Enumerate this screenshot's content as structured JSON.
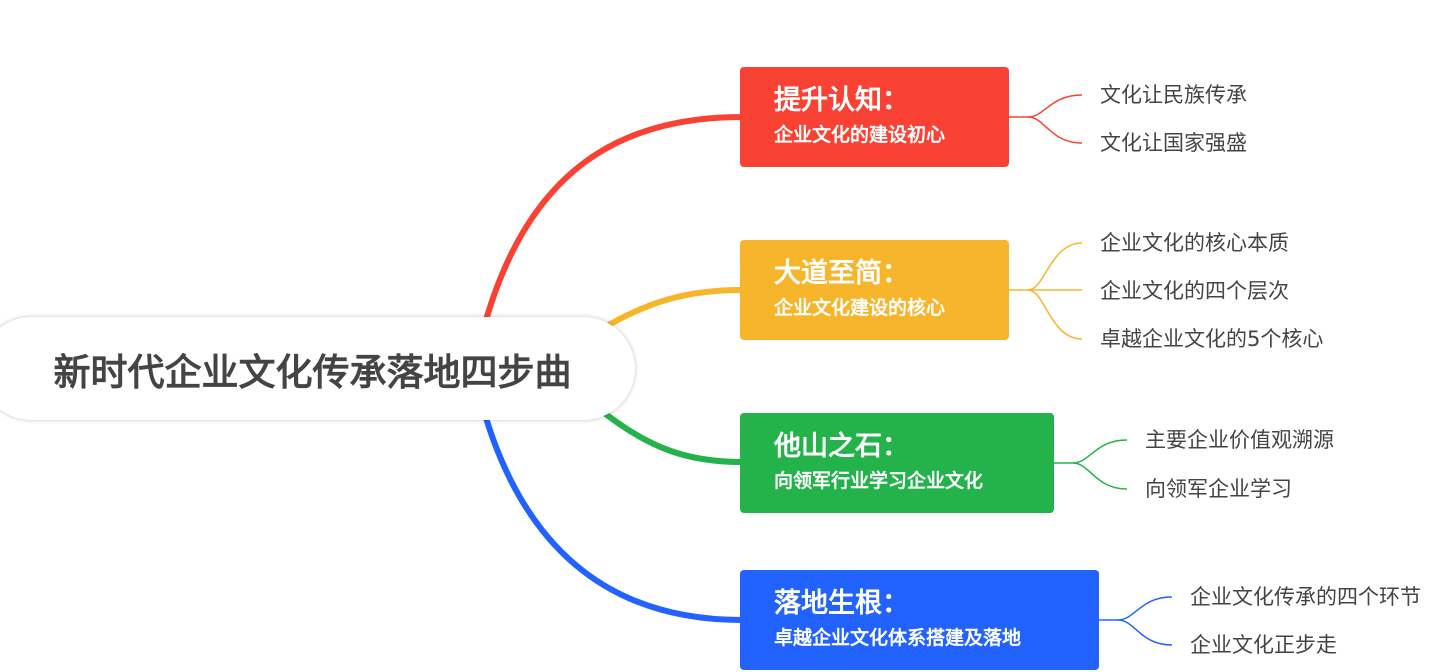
{
  "root": {
    "title": "新时代企业文化传承落地四步曲"
  },
  "branches": [
    {
      "title": "提升认知：",
      "subtitle": "企业文化的建设初心",
      "color": "#f94234",
      "leaves": [
        "文化让民族传承",
        "文化让国家强盛"
      ]
    },
    {
      "title": "大道至简：",
      "subtitle": "企业文化建设的核心",
      "color": "#f7b52b",
      "leaves": [
        "企业文化的核心本质",
        "企业文化的四个层次",
        "卓越企业文化的5个核心"
      ]
    },
    {
      "title": "他山之石：",
      "subtitle": "向领军行业学习企业文化",
      "color": "#24b24b",
      "leaves": [
        "主要企业价值观溯源",
        "向领军企业学习"
      ]
    },
    {
      "title": "落地生根：",
      "subtitle": "卓越企业文化体系搭建及落地",
      "color": "#2263ff",
      "leaves": [
        "企业文化传承的四个环节",
        "企业文化正步走"
      ]
    }
  ]
}
